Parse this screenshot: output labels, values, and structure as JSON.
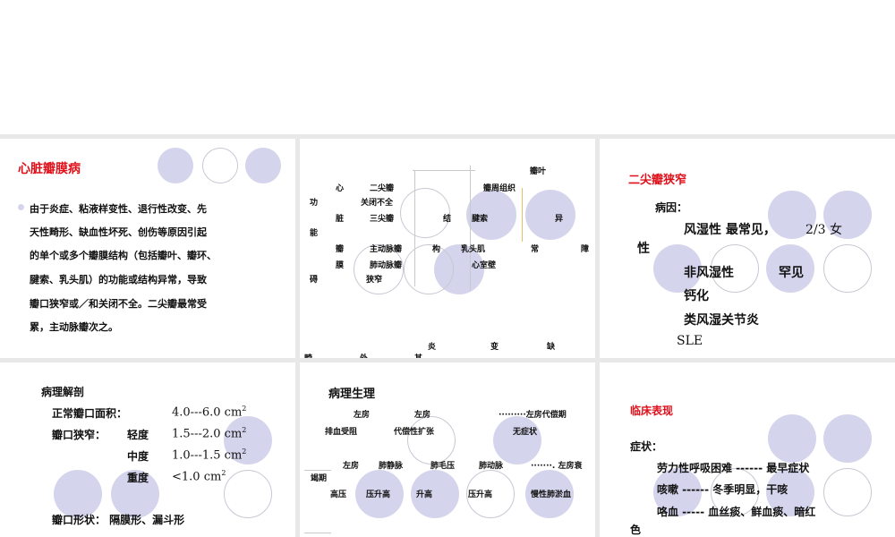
{
  "slides": {
    "s1": {
      "title": "心脏瓣膜病",
      "lines": [
        "由于炎症、粘液样变性、退行性改变、先",
        "天性畸形、缺血性坏死、创伤等原因引起",
        "的单个或多个瓣膜结构（包括瓣叶、瓣环、",
        "腱索、乳头肌）的功能或结构异常，导致",
        "瓣口狭窄或／和关闭不全。二尖瓣最常受",
        "累，主动脉瓣次之。"
      ]
    },
    "s2": {
      "words": {
        "w1": "瓣叶",
        "w2": "心",
        "w3": "二尖瓣",
        "w4": "瓣周组织",
        "w5": "功",
        "w6": "关闭不全",
        "w7": "脏",
        "w8": "三尖瓣",
        "w9": "结",
        "w10": "腱索",
        "w11": "异",
        "w12": "能",
        "w13": "瓣",
        "w14": "主动脉瓣",
        "w15": "构",
        "w16": "乳头肌",
        "w17": "常",
        "w18": "障",
        "w19": "膜",
        "w20": "肺动脉瓣",
        "w21": "心室壁",
        "w22": "碍",
        "w23": "狭窄",
        "w24": "炎",
        "w25": "变",
        "w26": "缺",
        "w27": "畸",
        "w28": "外",
        "w29": "其"
      }
    },
    "s3": {
      "title": "二尖瓣狭窄",
      "cause_label": "病因：",
      "line1": "风湿性 最常见，",
      "line1_ratio": "2/3 女",
      "line1b": "性",
      "line2a": "非风湿性",
      "line2b": "罕见",
      "line3": "钙化",
      "line4": "类风湿关节炎",
      "line5": "SLE"
    },
    "s4": {
      "title": "病理解剖",
      "normal_label": "正常瓣口面积：",
      "normal_value": "4.0---6.0 cm",
      "sten_label": "瓣口狭窄：",
      "mild_label": "轻度",
      "mild_value": "1.5---2.0 cm",
      "mod_label": "中度",
      "mod_value": "1.0---1.5 cm",
      "sev_label": "重度",
      "sev_value": "<1.0 cm",
      "sq": "2",
      "shape_line": "瓣口形状：  隔膜形、漏斗形"
    },
    "s5": {
      "title": "病理生理",
      "r1a": "左房",
      "r1b": "左房",
      "r1c": "·········左房代偿期",
      "r2a": "排血受阻",
      "r2b": "代偿性扩张",
      "r2c": "无症状",
      "r3a": "左房",
      "r3b": "肺静脉",
      "r3c": "肺毛压",
      "r3d": "肺动脉",
      "r3e": "·······. 左房衰",
      "r3f": "竭期",
      "r4a": "高压",
      "r4b": "压升高",
      "r4c": "升高",
      "r4d": "压升高",
      "r4e": "慢性肺淤血"
    },
    "s6": {
      "title": "临床表现",
      "symptom_label": "症状：",
      "l1": "劳力性呼吸困难 ------ 最早症状",
      "l2": "咳嗽 ------ 冬季明显，干咳",
      "l3": "咯血 ----- 血丝痰、鲜血痰、暗红",
      "l3b": "色"
    }
  },
  "colors": {
    "title_red": "#e0101a",
    "circle_fill": "#d4d4ec",
    "bullet": "#b8b8e0"
  }
}
